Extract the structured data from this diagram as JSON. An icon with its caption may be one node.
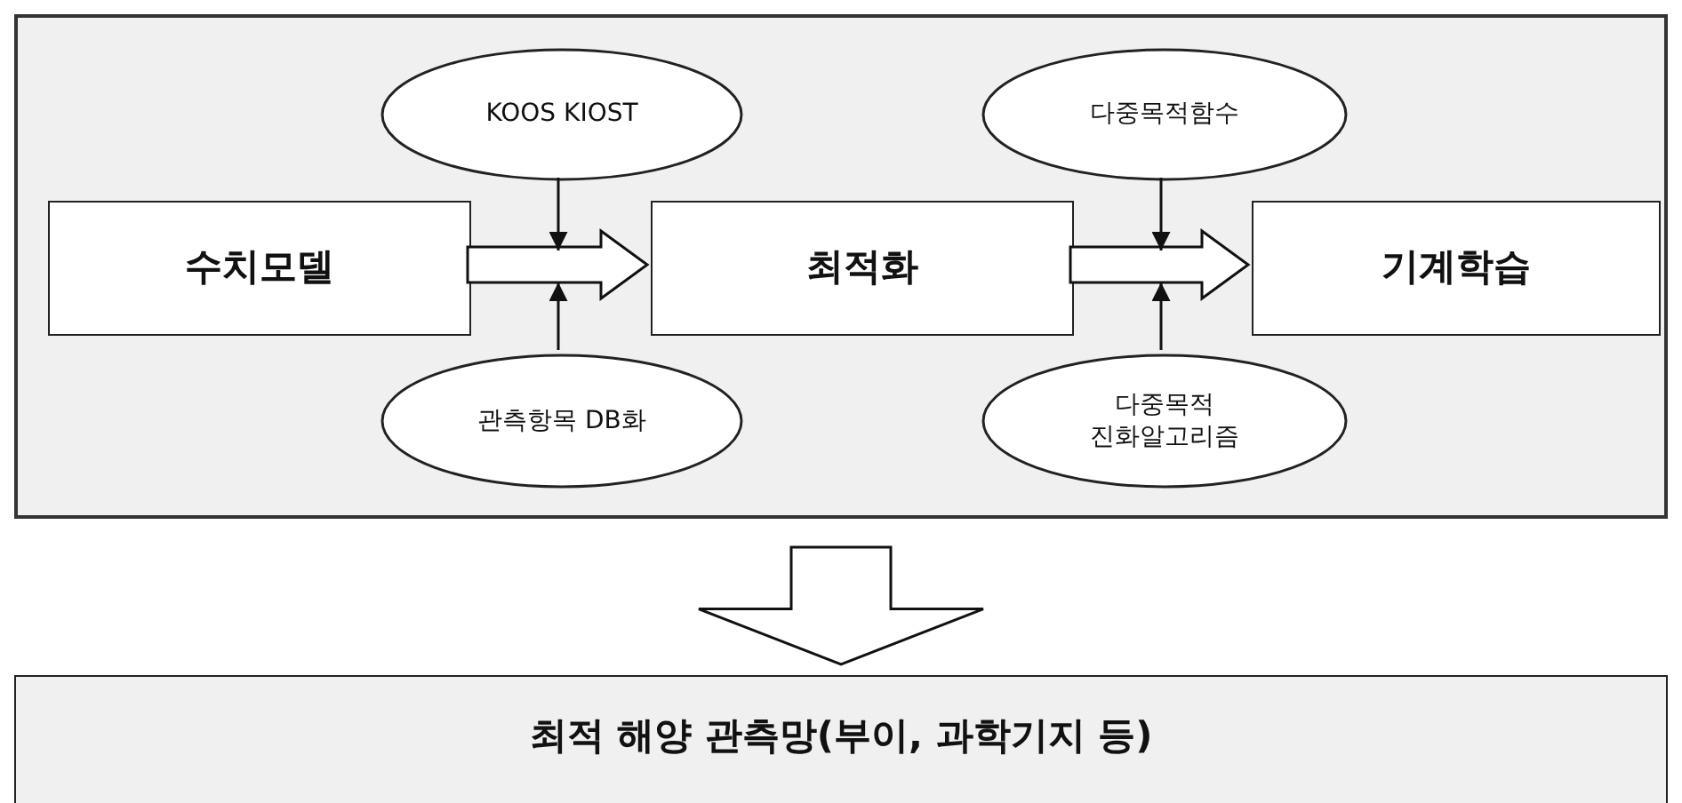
{
  "diagram": {
    "nodes": [
      {
        "text": [],
        "shape": "box"
      },
      {
        "text": [
          "수치모델"
        ],
        "in": 0
      },
      {
        "text": [
          "KOOS KIOST"
        ],
        "in": 0
      },
      {
        "text": [
          "관측항목 DB화"
        ],
        "in": 0
      },
      {
        "text": [
          "최적화"
        ],
        "in": 0
      },
      {
        "text": [
          "다중목적함수"
        ],
        "in": 0
      },
      {
        "text": [
          "다중목적 진화알고리즘"
        ],
        "in": 0
      },
      {
        "text": [
          "기계학습"
        ],
        "in": 0
      },
      {
        "text": [
          "최적 해양 관측망(부이, 과학기지 등)"
        ]
      }
    ],
    "edges": [
      {
        "from": 1,
        "to": 4,
        "arrow": "to",
        "style": "thick"
      },
      {
        "from": 2,
        "to": null,
        "arrow": "to"
      },
      {
        "from": 3,
        "to": null,
        "arrow": "to"
      },
      {
        "from": 4,
        "to": 7,
        "arrow": "to",
        "style": "thick"
      },
      {
        "from": 5,
        "to": null,
        "arrow": "to"
      },
      {
        "from": 6,
        "to": null,
        "arrow": "to"
      },
      {
        "from": 0,
        "to": 8,
        "arrow": "to",
        "style": "thick"
      }
    ]
  }
}
